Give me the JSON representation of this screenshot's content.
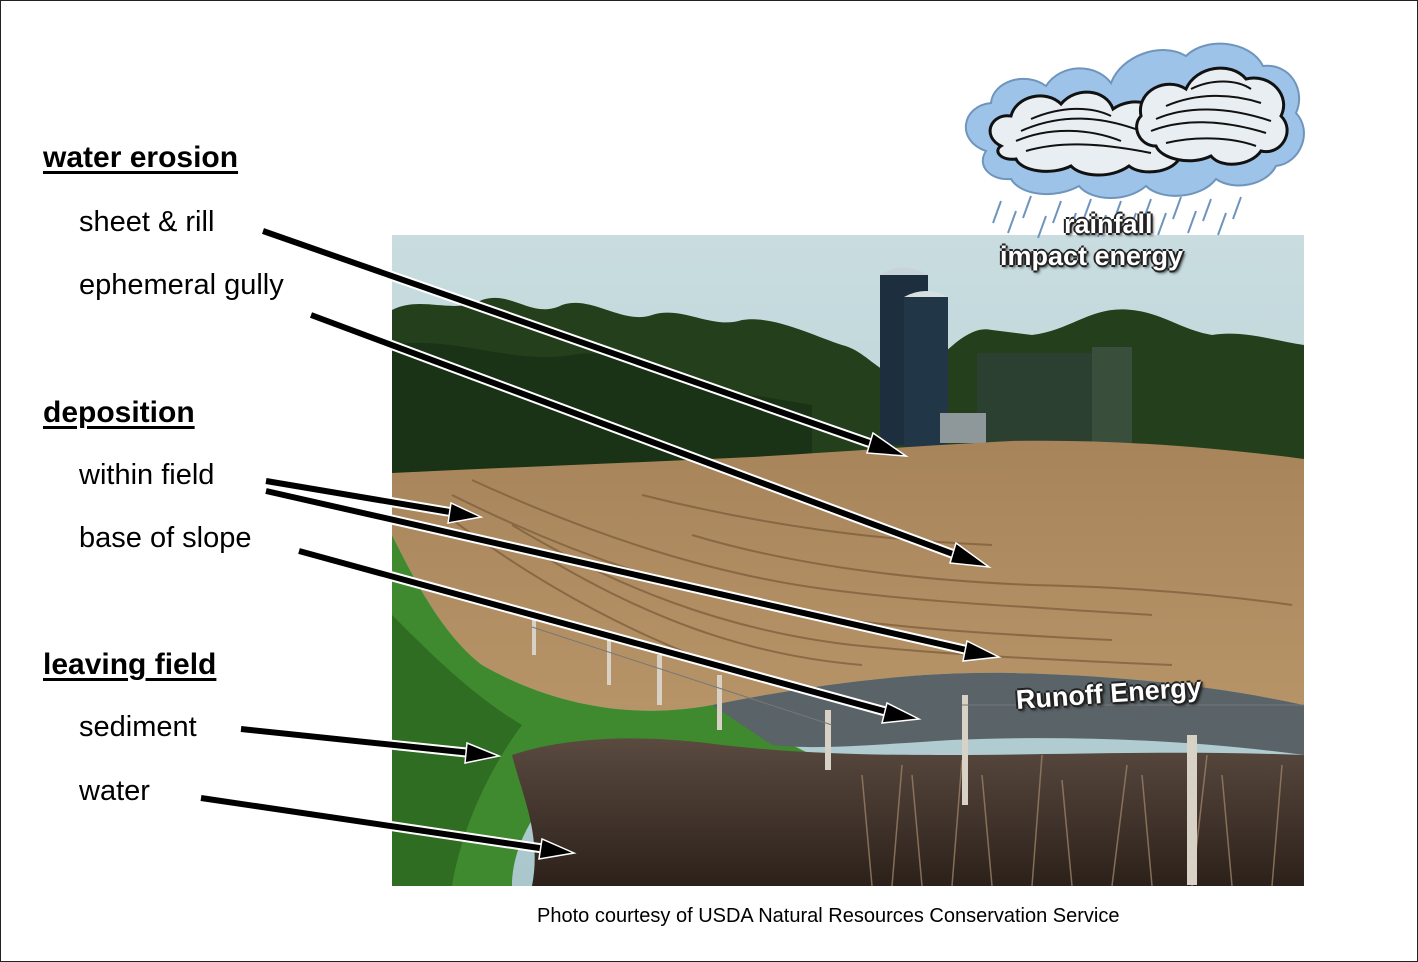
{
  "sections": {
    "water_erosion": {
      "heading": "water erosion",
      "items": [
        "sheet & rill",
        "ephemeral gully"
      ]
    },
    "deposition": {
      "heading": "deposition",
      "items": [
        "within field",
        "base of slope"
      ]
    },
    "leaving_field": {
      "heading": "leaving field",
      "items": [
        "sediment",
        "water"
      ]
    }
  },
  "labels": {
    "rainfall_line1": "rainfall",
    "rainfall_line2": "impact energy",
    "runoff": "Runoff Energy"
  },
  "caption": "Photo courtesy of USDA Natural Resources Conservation Service",
  "colors": {
    "sky": "#b8d2d6",
    "trees": "#1f3a1a",
    "field": "#a9865a",
    "grass": "#3f8a2e",
    "mud": "#3b2c22",
    "cloud": "#9ec3e8"
  }
}
